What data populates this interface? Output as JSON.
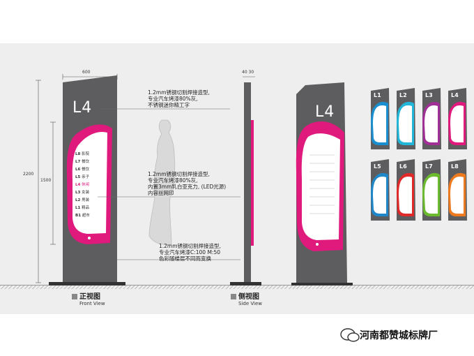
{
  "front": {
    "floor_label": "L4",
    "dim_width": "600",
    "dim_height_total": "2200",
    "dim_height_panel": "1500",
    "entries": [
      {
        "code": "L8",
        "name": "影院"
      },
      {
        "code": "L7",
        "name": "餐饮"
      },
      {
        "code": "L6",
        "name": "餐饮"
      },
      {
        "code": "L5",
        "name": "亲子"
      },
      {
        "code": "L4",
        "name": "休闲"
      },
      {
        "code": "L3",
        "name": "女装"
      },
      {
        "code": "L2",
        "name": "男装"
      },
      {
        "code": "L1",
        "name": "精品"
      },
      {
        "code": "B1",
        "name": "超市"
      }
    ],
    "view_label_zh": "正视图",
    "view_label_en": "Front View"
  },
  "notes": {
    "note1": [
      "1.2mm锈钢切割焊接造型,",
      "专业汽车烤漆80%灰,",
      "不锈钢迷你精工字"
    ],
    "note2": [
      "1.2mm锈钢切割焊接造型,",
      "专业汽车烤漆80%灰,",
      "内置3mm乳白亚克力, (LED光源)",
      "内容丝网印"
    ],
    "note3": [
      "1.2mm锈钢切割焊接造型,",
      "专业汽车烤漆C:100 M:50",
      "色彩随楼层不同而变换"
    ]
  },
  "side": {
    "dim_top": "40 30",
    "view_label_zh": "侧视图",
    "view_label_en": "Side View"
  },
  "render": {
    "floor_label": "L4"
  },
  "variants": [
    {
      "label": "L1",
      "color": "#1a8fd0"
    },
    {
      "label": "L2",
      "color": "#22b6d8"
    },
    {
      "label": "L3",
      "color": "#a02f96"
    },
    {
      "label": "L4",
      "color": "#e0197d"
    },
    {
      "label": "L5",
      "color": "#1f86c8"
    },
    {
      "label": "L6",
      "color": "#e02a2a"
    },
    {
      "label": "L7",
      "color": "#6cbb2e"
    },
    {
      "label": "L8",
      "color": "#ee7a1f"
    }
  ],
  "watermark": {
    "text": "河南都赞城标牌厂"
  },
  "colors": {
    "sign_gray": "#5d5d5f",
    "magenta": "#e0197d"
  }
}
